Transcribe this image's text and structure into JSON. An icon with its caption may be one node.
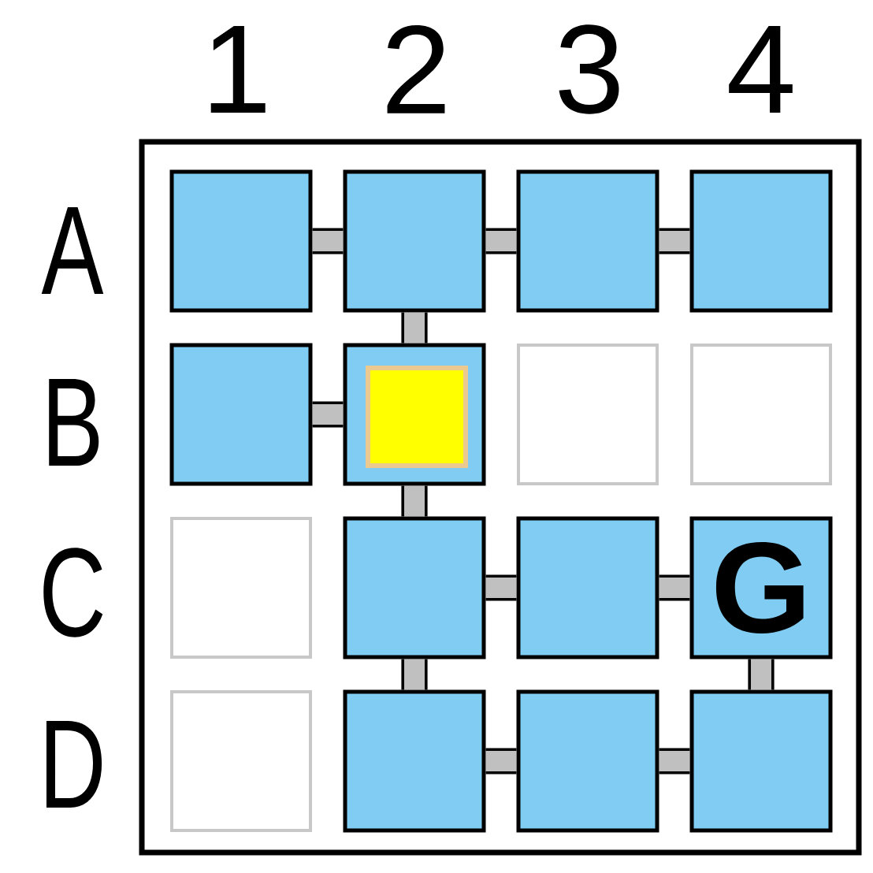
{
  "diagram": {
    "nodes": [
      {
        "text": [],
        "shape": "box"
      },
      {
        "text": [],
        "shape": "box",
        "in": 0
      },
      {
        "text": [],
        "shape": "box",
        "in": 0
      },
      {
        "text": [],
        "shape": "box",
        "in": 0
      },
      {
        "text": [],
        "shape": "box",
        "in": 0
      },
      {
        "text": [],
        "shape": "box",
        "in": 0
      },
      {
        "text": [],
        "shape": "box",
        "in": 0
      },
      {
        "text": [],
        "shape": "box",
        "in": 6
      },
      {
        "text": [],
        "shape": "box",
        "in": 0
      },
      {
        "text": [],
        "shape": "box",
        "in": 0
      },
      {
        "text": [],
        "shape": "box",
        "in": 0
      },
      {
        "text": [],
        "shape": "box",
        "in": 0
      },
      {
        "text": [],
        "shape": "box",
        "in": 0
      },
      {
        "text": [
          "G"
        ],
        "in": 0
      },
      {
        "text": [],
        "shape": "box",
        "in": 0
      },
      {
        "text": [],
        "shape": "box",
        "in": 0
      },
      {
        "text": [],
        "shape": "box",
        "in": 0
      },
      {
        "text": [],
        "shape": "box",
        "in": 0
      }
    ],
    "edges": [
      {
        "from": 1,
        "to": 2,
        "arrow": "none"
      },
      {
        "from": 2,
        "to": 3,
        "arrow": "none"
      },
      {
        "from": 3,
        "to": 4,
        "arrow": "none"
      },
      {
        "from": 2,
        "to": 6,
        "arrow": "none"
      },
      {
        "from": 5,
        "to": 6,
        "arrow": "none"
      },
      {
        "from": 6,
        "to": 11,
        "arrow": "none"
      },
      {
        "from": 11,
        "to": 12,
        "arrow": "none"
      },
      {
        "from": 12,
        "to": 13,
        "arrow": "none"
      },
      {
        "from": 11,
        "to": 15,
        "arrow": "none"
      },
      {
        "from": 13,
        "to": 17,
        "arrow": "none"
      },
      {
        "from": 15,
        "to": 16,
        "arrow": "none"
      },
      {
        "from": 16,
        "to": 17,
        "arrow": "none"
      }
    ],
    "labels": [
      "1",
      "2",
      "3",
      "4",
      "A",
      "B",
      "C",
      "D"
    ]
  }
}
